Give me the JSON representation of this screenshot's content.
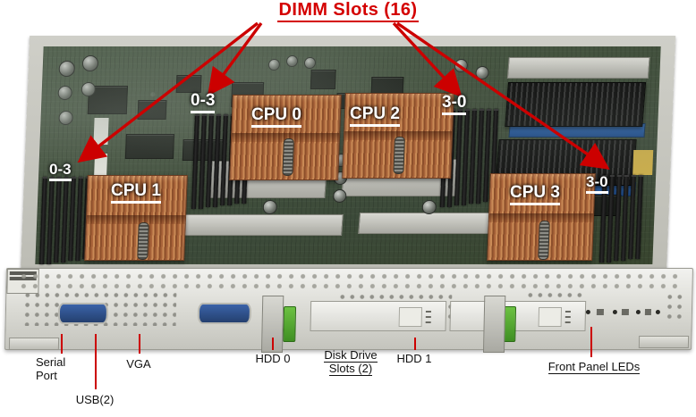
{
  "figure": {
    "type": "server-blade-annotated-photo",
    "title": "DIMM Slots (16)",
    "title_color": "#d40000",
    "callout_line_color": "#cc0000",
    "overlay_label_color": "#ffffff",
    "caption_label_color": "#111111"
  },
  "dimm_banks": [
    {
      "id": "bank-left-outer",
      "label": "0-3"
    },
    {
      "id": "bank-left-inner",
      "label": "0-3"
    },
    {
      "id": "bank-right-inner",
      "label": "3-0"
    },
    {
      "id": "bank-right-outer",
      "label": "3-0"
    }
  ],
  "cpus": [
    {
      "id": "cpu-1",
      "label": "CPU 1"
    },
    {
      "id": "cpu-0",
      "label": "CPU 0"
    },
    {
      "id": "cpu-2",
      "label": "CPU 2"
    },
    {
      "id": "cpu-3",
      "label": "CPU 3"
    }
  ],
  "front_panel": {
    "serial_port": "Serial\nPort",
    "serial_port_line1": "Serial",
    "serial_port_line2": "Port",
    "usb": "USB(2)",
    "vga": "VGA",
    "hdd0": "HDD 0",
    "hdd1": "HDD 1",
    "disk_drive_slots_line1": "Disk Drive",
    "disk_drive_slots_line2": "Slots (2)",
    "front_panel_leds": "Front Panel LEDs"
  }
}
